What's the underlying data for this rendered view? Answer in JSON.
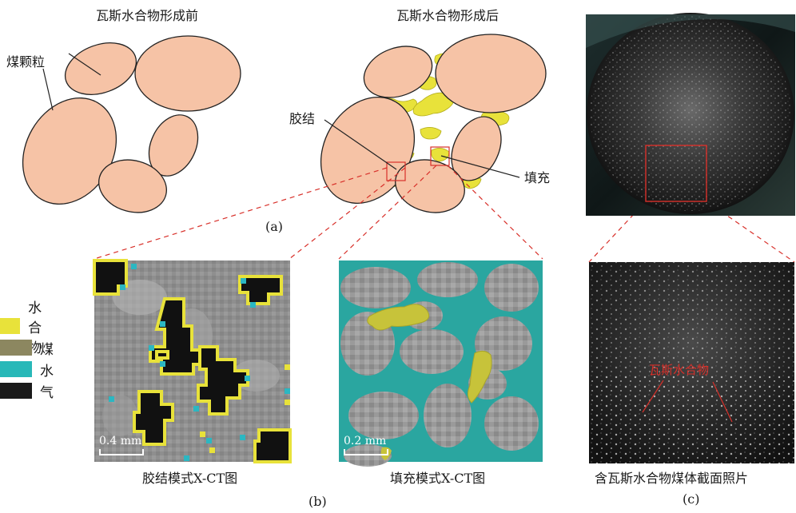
{
  "panel_a": {
    "title_before": "瓦斯水合物形成前",
    "title_after": "瓦斯水合物形成后",
    "label_coal_particle": "煤颗粒",
    "label_cement": "胶结",
    "label_fill": "填充",
    "caption": "(a)"
  },
  "panel_b": {
    "cement_caption": "胶结模式X-CT图",
    "fill_caption": "填充模式X-CT图",
    "cement_scale": "0.4 mm",
    "fill_scale": "0.2 mm",
    "caption": "(b)"
  },
  "panel_c": {
    "hydrate_label": "瓦斯水合物",
    "caption_text": "含瓦斯水合物煤体截面照片",
    "caption": "(c)"
  },
  "legend": {
    "items": [
      {
        "label": "水合物",
        "color": "#e8e23a"
      },
      {
        "label": "煤",
        "color": "#8c8760"
      },
      {
        "label": "水",
        "color": "#28b8b8"
      },
      {
        "label": "气",
        "color": "#1a1a1a"
      }
    ]
  },
  "colors": {
    "particle_fill": "#f6c3a6",
    "hydrate": "#e8e23a",
    "zoom_line": "#d8302a",
    "ct_gray": "#8f8f8f",
    "ct_teal": "#2aa6a0",
    "ct_yellow": "#c7c33a"
  }
}
